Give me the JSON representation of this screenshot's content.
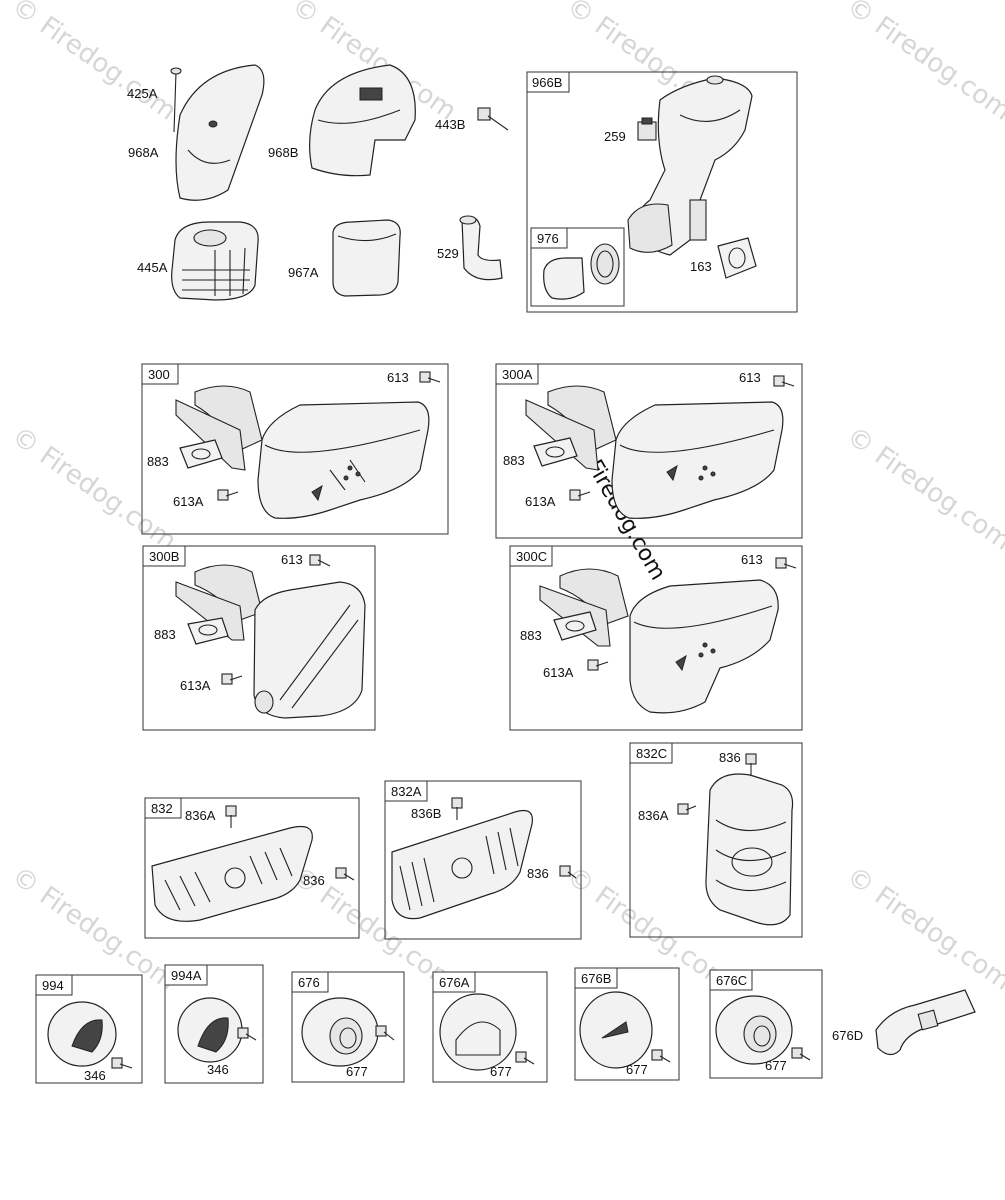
{
  "watermark": "© Firedog.com",
  "groups": {
    "g966B": "966B",
    "g976": "976",
    "g300": "300",
    "g300A": "300A",
    "g300B": "300B",
    "g300C": "300C",
    "g832": "832",
    "g832A": "832A",
    "g832C": "832C",
    "g994": "994",
    "g994A": "994A",
    "g676": "676",
    "g676A": "676A",
    "g676B": "676B",
    "g676C": "676C"
  },
  "parts": {
    "p425A": "425A",
    "p968A": "968A",
    "p968B": "968B",
    "p443B": "443B",
    "p445A": "445A",
    "p967A": "967A",
    "p529": "529",
    "p259": "259",
    "p163": "163",
    "p613": "613",
    "p883": "883",
    "p613A": "613A",
    "p836A": "836A",
    "p836": "836",
    "p836B": "836B",
    "p346": "346",
    "p677": "677",
    "p676D": "676D"
  }
}
